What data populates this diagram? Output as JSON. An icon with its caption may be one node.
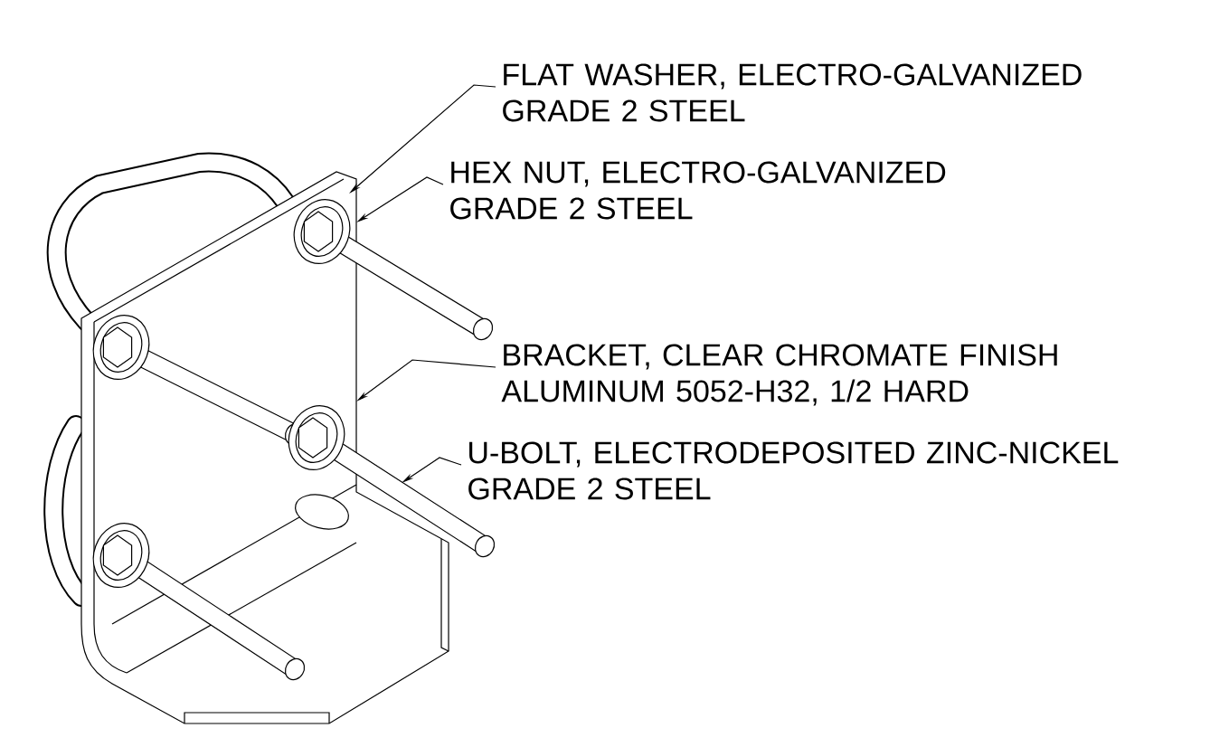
{
  "diagram": {
    "nodes": [
      {
        "text": [
          "FLAT WASHER, ELECTRO-GALVANIZED GRADE 2 STEEL"
        ]
      },
      {
        "text": [
          "HEX NUT, ELECTRO-GALVANIZED GRADE 2 STEEL"
        ]
      },
      {
        "text": [
          "BRACKET, CLEAR CHROMATE FINISH ALUMINUM 5052-H32, 1/2 HARD"
        ]
      },
      {
        "text": [
          "U-BOLT, ELECTRODEPOSITED ZINC-NICKEL GRADE 2 STEEL"
        ]
      }
    ],
    "edges": [
      {
        "from": 0,
        "to": null,
        "arrow": "to"
      },
      {
        "from": 1,
        "to": null,
        "arrow": "to"
      },
      {
        "from": 2,
        "to": null,
        "arrow": "to"
      },
      {
        "from": 3,
        "to": null,
        "arrow": "to"
      }
    ]
  }
}
